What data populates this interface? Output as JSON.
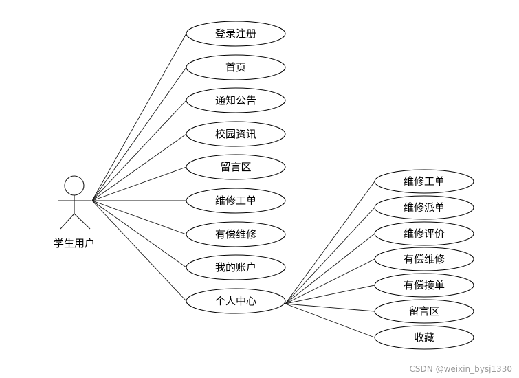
{
  "actor": {
    "label": "学生用户"
  },
  "use_cases": [
    "登录注册",
    "首页",
    "通知公告",
    "校园资讯",
    "留言区",
    "维修工单",
    "有偿维修",
    "我的账户",
    "个人中心"
  ],
  "personal_center": {
    "items": [
      "维修工单",
      "维修派单",
      "维修评价",
      "有偿维修",
      "有偿接单",
      "留言区",
      "收藏"
    ]
  },
  "watermark": "CSDN @weixin_bysj1330"
}
